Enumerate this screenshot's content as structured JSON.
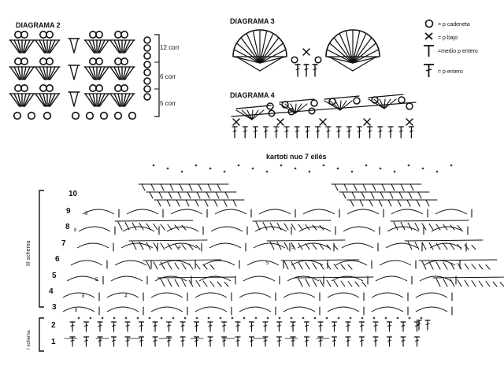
{
  "diagrams": {
    "d2": {
      "title": "DIAGRAMA 2",
      "notes": [
        "12 corr",
        "6 corr",
        "5 corr"
      ]
    },
    "d3": {
      "title": "DIAGRAMA 3"
    },
    "d4": {
      "title": "DIAGRAMA 4"
    }
  },
  "legend": [
    {
      "symbol": "chain-circle",
      "label": "= p cadeneta"
    },
    {
      "symbol": "x-cross",
      "label": "= p bajo"
    },
    {
      "symbol": "half-double",
      "label": "=medio p entero"
    },
    {
      "symbol": "double-crochet",
      "label": "= p entero"
    }
  ],
  "main_chart": {
    "title": "kartoti nuo 7 eilės",
    "upper_section_label": "III schema",
    "lower_section_label": "I schema",
    "row_numbers": [
      "10",
      "9",
      "8",
      "7",
      "6",
      "5",
      "4",
      "3",
      "2",
      "1"
    ],
    "inner_markers": [
      "8",
      "8",
      "4",
      "5",
      "5",
      "4",
      "8",
      "8",
      "5"
    ]
  }
}
